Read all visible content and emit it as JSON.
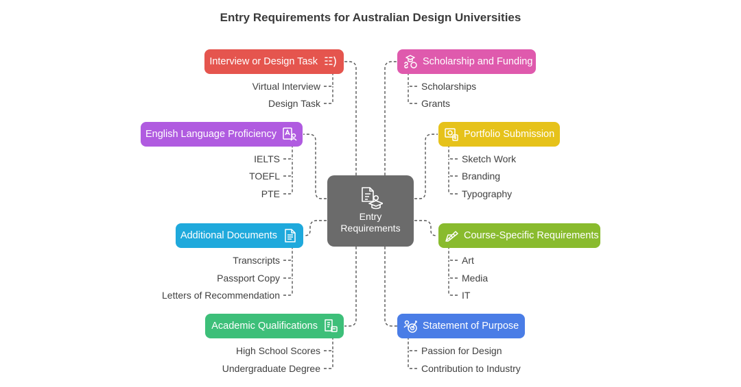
{
  "title": "Entry Requirements for Australian Design Universities",
  "center": {
    "line1": "Entry",
    "line2": "Requirements",
    "icon": "documents-graduate-icon"
  },
  "branches": {
    "interview": {
      "label": "Interview or Design Task",
      "color": "#e5554e",
      "icon": "interview-list-icon",
      "items": [
        "Virtual Interview",
        "Design Task"
      ]
    },
    "english": {
      "label": "English Language Proficiency",
      "color": "#b05be0",
      "icon": "language-test-icon",
      "items": [
        "IELTS",
        "TOEFL",
        "PTE"
      ]
    },
    "documents": {
      "label": "Additional Documents",
      "color": "#1fa9dc",
      "icon": "document-icon",
      "items": [
        "Transcripts",
        "Passport Copy",
        "Letters of Recommendation"
      ]
    },
    "academic": {
      "label": "Academic Qualifications",
      "color": "#3dbf79",
      "icon": "certificate-icon",
      "items": [
        "High School Scores",
        "Undergraduate Degree"
      ]
    },
    "scholarship": {
      "label": "Scholarship and Funding",
      "color": "#df5aad",
      "icon": "scholarship-money-icon",
      "items": [
        "Scholarships",
        "Grants"
      ]
    },
    "portfolio": {
      "label": "Portfolio Submission",
      "color": "#e6c21a",
      "icon": "portfolio-icon",
      "items": [
        "Sketch Work",
        "Branding",
        "Typography"
      ]
    },
    "course": {
      "label": "Course-Specific Requirements",
      "color": "#89bb2e",
      "icon": "design-tools-icon",
      "items": [
        "Art",
        "Media",
        "IT"
      ]
    },
    "purpose": {
      "label": "Statement of Purpose",
      "color": "#4a7de6",
      "icon": "goal-target-icon",
      "items": [
        "Passion for Design",
        "Contribution to Industry"
      ]
    }
  }
}
